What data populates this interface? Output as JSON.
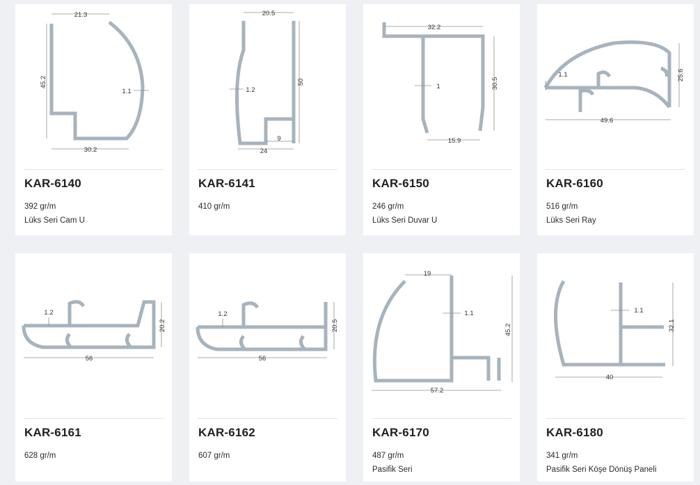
{
  "products": [
    {
      "code": "KAR-6140",
      "weight": "392 gr/m",
      "description": "Lüks Seri Cam U",
      "dims": {
        "a": "21.3",
        "b": "45.2",
        "c": "1.1",
        "d": "30.2"
      }
    },
    {
      "code": "KAR-6141",
      "weight": "410 gr/m",
      "description": "",
      "dims": {
        "a": "20.5",
        "b": "50",
        "c": "1.2",
        "d": "24",
        "e": "9"
      }
    },
    {
      "code": "KAR-6150",
      "weight": "246 gr/m",
      "description": "Lüks Seri Duvar U",
      "dims": {
        "a": "32.2",
        "b": "30.5",
        "c": "1",
        "d": "15.9"
      }
    },
    {
      "code": "KAR-6160",
      "weight": "516 gr/m",
      "description": "Lüks Seri Ray",
      "dims": {
        "a": "1.1",
        "b": "25.6",
        "c": "49.6"
      }
    },
    {
      "code": "KAR-6161",
      "weight": "628 gr/m",
      "description": "",
      "dims": {
        "a": "1.2",
        "b": "20.2",
        "c": "56"
      }
    },
    {
      "code": "KAR-6162",
      "weight": "607 gr/m",
      "description": "",
      "dims": {
        "a": "1.2",
        "b": "20.5",
        "c": "56"
      }
    },
    {
      "code": "KAR-6170",
      "weight": "487 gr/m",
      "description": "Pasifik Seri",
      "dims": {
        "a": "19",
        "b": "1.1",
        "c": "45.2",
        "d": "57.2"
      }
    },
    {
      "code": "KAR-6180",
      "weight": "341 gr/m",
      "description": "Pasifik Seri Köşe Dönüş Paneli",
      "dims": {
        "a": "1.1",
        "b": "32.1",
        "c": "40"
      }
    }
  ]
}
